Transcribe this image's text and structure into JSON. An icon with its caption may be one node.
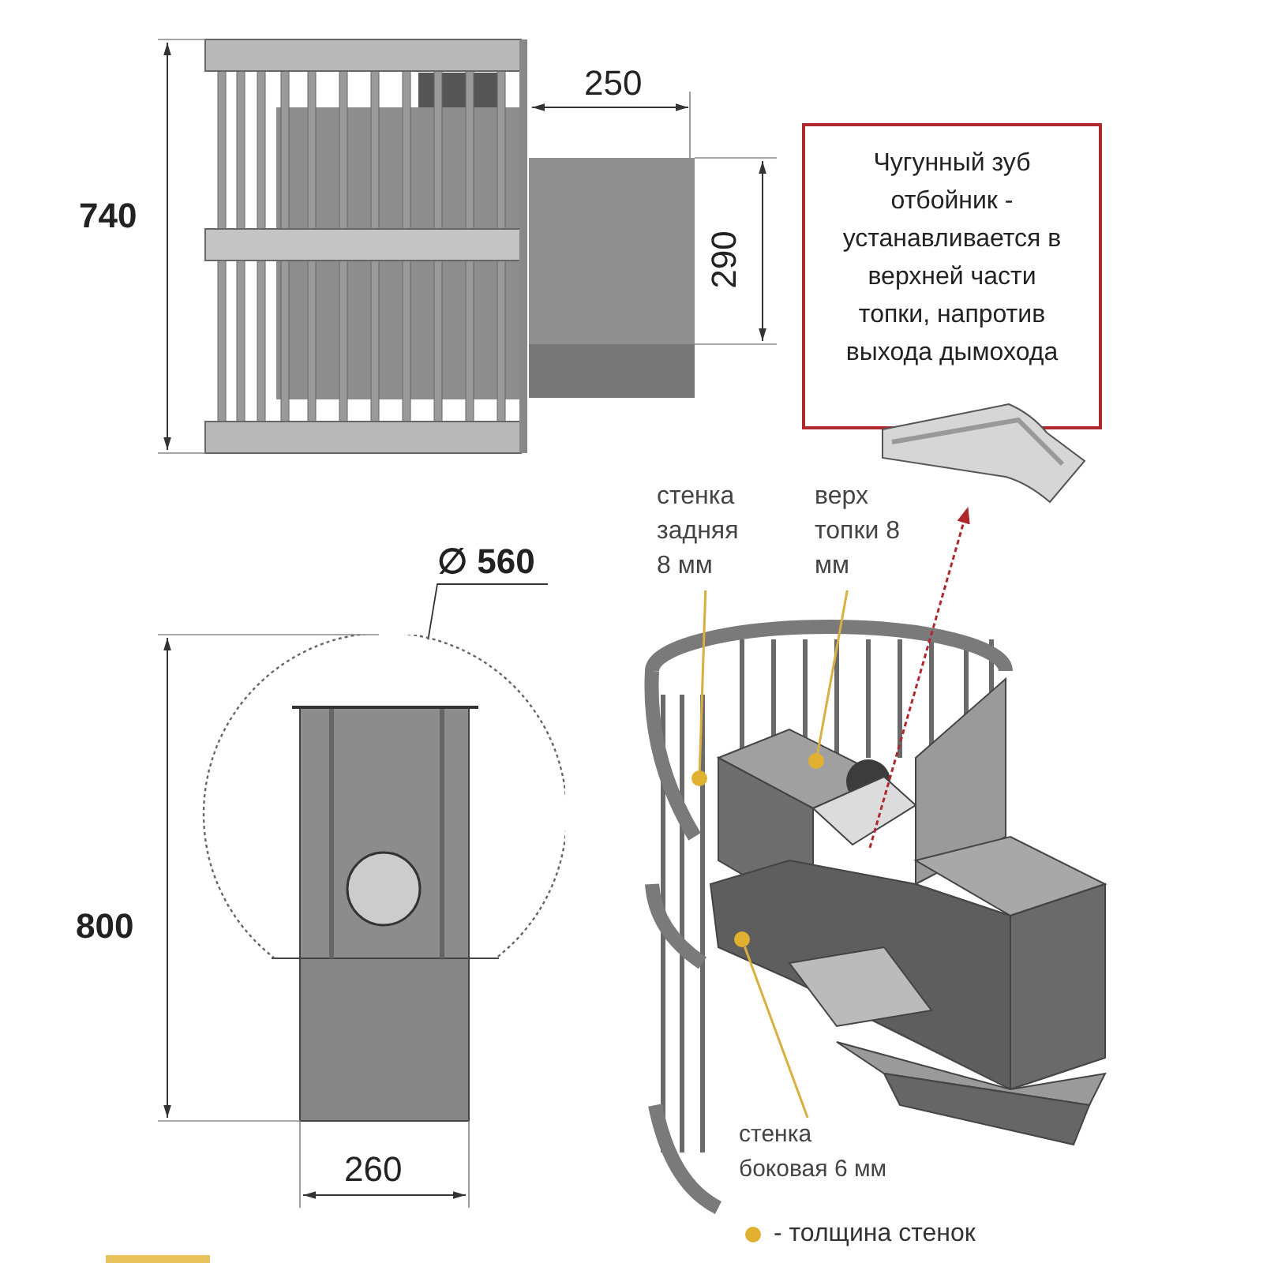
{
  "diagram": {
    "nodes": [
      {
        "text": [
          "Чугунный зуб отбойник - устанавливается в верхней части топки, напротив выхода дымохода"
        ]
      },
      {
        "text": [],
        "shape": "picture"
      },
      {
        "text": [
          "стенка задняя 8 мм"
        ]
      },
      {
        "text": [
          "верх топки 8 мм"
        ]
      },
      {
        "text": [
          "стенка боковая 6 мм"
        ]
      },
      {
        "text": [],
        "shape": "circle"
      },
      {
        "text": [],
        "shape": "circle"
      },
      {
        "text": [],
        "shape": "circle"
      },
      {
        "text": [
          "∅ 560"
        ]
      },
      {
        "text": [],
        "shape": "circle"
      }
    ],
    "edges": [
      {
        "from": 2,
        "to": 5,
        "arrow": "none"
      },
      {
        "from": 3,
        "to": 6,
        "arrow": "none"
      },
      {
        "from": 4,
        "to": 7,
        "arrow": "none"
      },
      {
        "from": null,
        "to": 1,
        "arrow": "to",
        "style": "dashed",
        "color": "#b0282e"
      },
      {
        "from": 8,
        "to": 9,
        "arrow": "none",
        "color": "#333333"
      }
    ],
    "labels": [
      "740",
      "250",
      "290",
      "800",
      "260"
    ],
    "legend": [
      {
        "text": "- толщина стенок",
        "color": "#e0b030"
      }
    ]
  }
}
